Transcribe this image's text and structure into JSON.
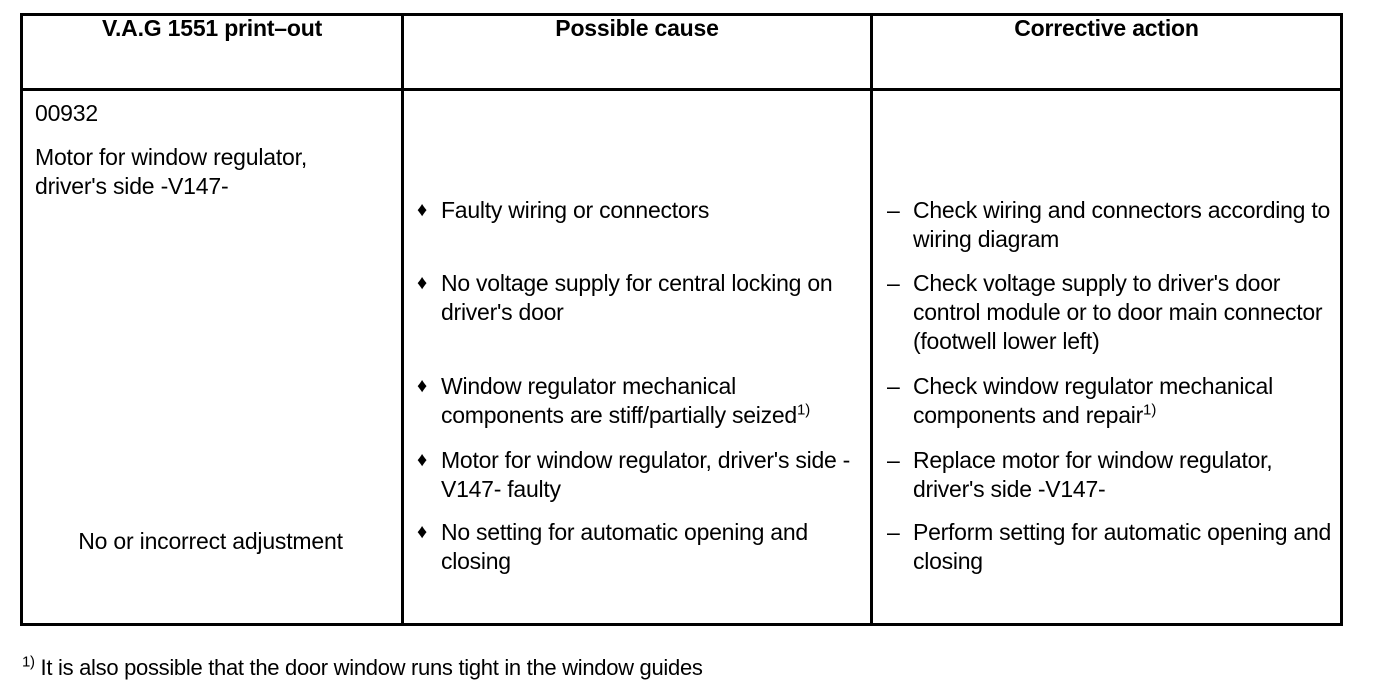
{
  "table": {
    "headers": [
      "V.A.G 1551 print–out",
      "Possible cause",
      "Corrective action"
    ],
    "fault_code": "00932",
    "fault_description": "Motor for window regulator,\ndriver's side -V147-",
    "fault_note": "No or incorrect adjustment",
    "bullet_marker": "♦",
    "dash_marker": "–",
    "possible_causes": [
      {
        "text": "Faulty wiring or connectors",
        "footnote": ""
      },
      {
        "text": "No voltage supply for central locking on driver's door",
        "footnote": ""
      },
      {
        "text": "Window regulator mechanical components are stiff/partially seized",
        "footnote": "1)"
      },
      {
        "text": " Motor for window regulator, driver's side -V147- faulty",
        "footnote": ""
      },
      {
        "text": "No setting for automatic opening and closing",
        "footnote": ""
      }
    ],
    "corrective_actions": [
      {
        "text": "Check wiring and connectors according to wiring diagram",
        "footnote": ""
      },
      {
        "text": "Check voltage supply to driver's door control module or to door main connector (footwell lower left)",
        "footnote": ""
      },
      {
        "text": "Check window regulator mechanical components and repair",
        "footnote": "1)"
      },
      {
        "text": "Replace motor for window regulator, driver's side -V147-",
        "footnote": ""
      },
      {
        "text": "Perform setting for automatic opening and closing",
        "footnote": ""
      }
    ]
  },
  "footnote": {
    "marker": "1)",
    "text": " It is also possible that the door window runs tight in the window guides"
  },
  "colors": {
    "background": "#ffffff",
    "text": "#000000",
    "border": "#000000"
  }
}
